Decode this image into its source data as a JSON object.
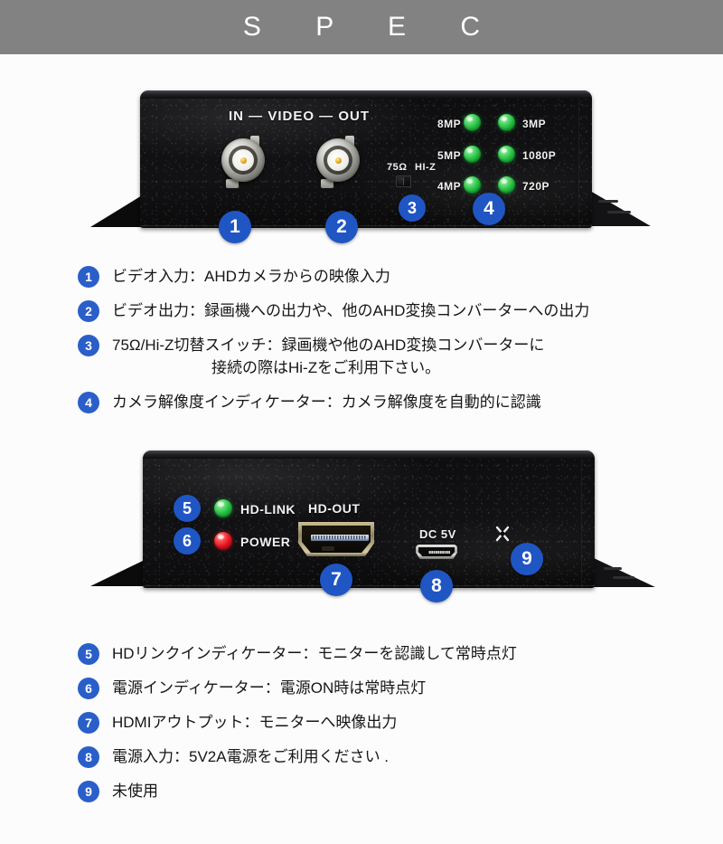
{
  "header": {
    "title": "S P E C"
  },
  "devices": {
    "front": {
      "name": "front-panel",
      "silkscreen": {
        "video_label": "IN — VIDEO — OUT",
        "impedance_75": "75Ω",
        "impedance_hiz": "HI-Z"
      },
      "resolution_leds": [
        {
          "left_label": "8MP",
          "right_label": "3MP",
          "color": "#22ba3e"
        },
        {
          "left_label": "5MP",
          "right_label": "1080P",
          "color": "#22ba3e"
        },
        {
          "left_label": "4MP",
          "right_label": "720P",
          "color": "#22ba3e"
        }
      ],
      "callouts": [
        "1",
        "2",
        "3",
        "4"
      ]
    },
    "rear": {
      "name": "rear-panel",
      "silkscreen": {
        "hd_link": "HD-LINK",
        "power": "POWER",
        "hd_out": "HD-OUT",
        "dc_5v": "DC 5V"
      },
      "leds": [
        {
          "label": "HD-LINK",
          "color": "#22ba3e"
        },
        {
          "label": "POWER",
          "color": "#e01020"
        }
      ],
      "callouts": [
        "5",
        "6",
        "7",
        "8",
        "9"
      ]
    }
  },
  "spec_list_front": [
    {
      "number": "1",
      "text": "ビデオ入力：AHDカメラからの映像入力",
      "line2": ""
    },
    {
      "number": "2",
      "text": "ビデオ出力：録画機への出力や、他のAHD変換コンバーターへの出力",
      "line2": ""
    },
    {
      "number": "3",
      "text": "75Ω/Hi-Z切替スイッチ：録画機や他のAHD変換コンバーターに",
      "line2": "接続の際はHi-Zをご利用下さい。"
    },
    {
      "number": "4",
      "text": "カメラ解像度インディケーター：カメラ解像度を自動的に認識",
      "line2": ""
    }
  ],
  "spec_list_rear": [
    {
      "number": "5",
      "text": "HDリンクインディケーター：モニターを認識して常時点灯",
      "line2": ""
    },
    {
      "number": "6",
      "text": "電源インディケーター：電源ON時は常時点灯",
      "line2": ""
    },
    {
      "number": "7",
      "text": "HDMIアウトプット：モニターへ映像出力",
      "line2": ""
    },
    {
      "number": "8",
      "text": "電源入力：5V2A電源をご利用ください .",
      "line2": ""
    },
    {
      "number": "9",
      "text": "未使用",
      "line2": ""
    }
  ],
  "colors": {
    "header_bg": "#828282",
    "badge_blue": "#2a5fc9",
    "callout_blue": "#1f56c4",
    "led_green": "#22ba3e",
    "led_red": "#e01020",
    "page_bg": "#fcfcfc"
  }
}
